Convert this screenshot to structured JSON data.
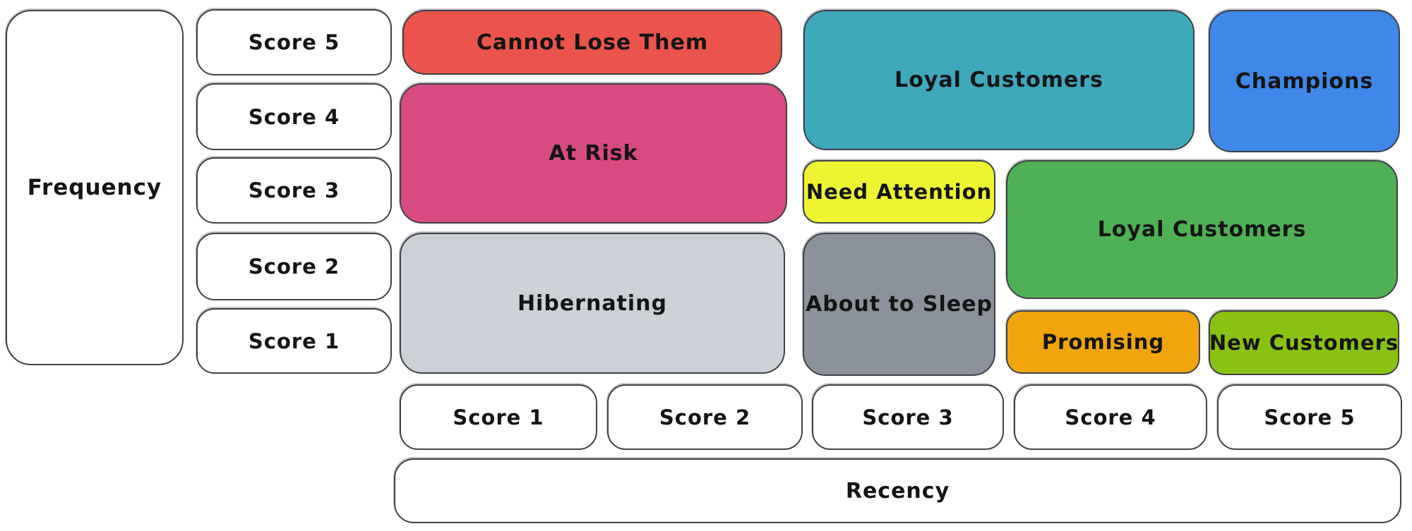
{
  "frequency_axis": {
    "label": "Frequency",
    "scores": [
      "Score 5",
      "Score 4",
      "Score 3",
      "Score 2",
      "Score 1"
    ]
  },
  "recency_axis": {
    "label": "Recency",
    "scores": [
      "Score 1",
      "Score 2",
      "Score 3",
      "Score 4",
      "Score 5"
    ]
  },
  "segments": [
    {
      "label": "Cannot Lose Them",
      "color": "#ea544c"
    },
    {
      "label": "At Risk",
      "color": "#d84a82"
    },
    {
      "label": "Hibernating",
      "color": "#ccd1d8"
    },
    {
      "label": "Loyal Customers",
      "color": "#3fa9bc"
    },
    {
      "label": "Champions",
      "color": "#3f87e8"
    },
    {
      "label": "Need Attention",
      "color": "#eef431"
    },
    {
      "label": "Loyal Customers",
      "color": "#4eb155"
    },
    {
      "label": "About to Sleep",
      "color": "#8b929b"
    },
    {
      "label": "Promising",
      "color": "#f0a50c"
    },
    {
      "label": "New Customers",
      "color": "#8ac211"
    }
  ],
  "colors": {
    "outline": "#3d4248",
    "axis_box_fill": "#ffffff",
    "text": "#141414",
    "background": "#ffffff"
  }
}
